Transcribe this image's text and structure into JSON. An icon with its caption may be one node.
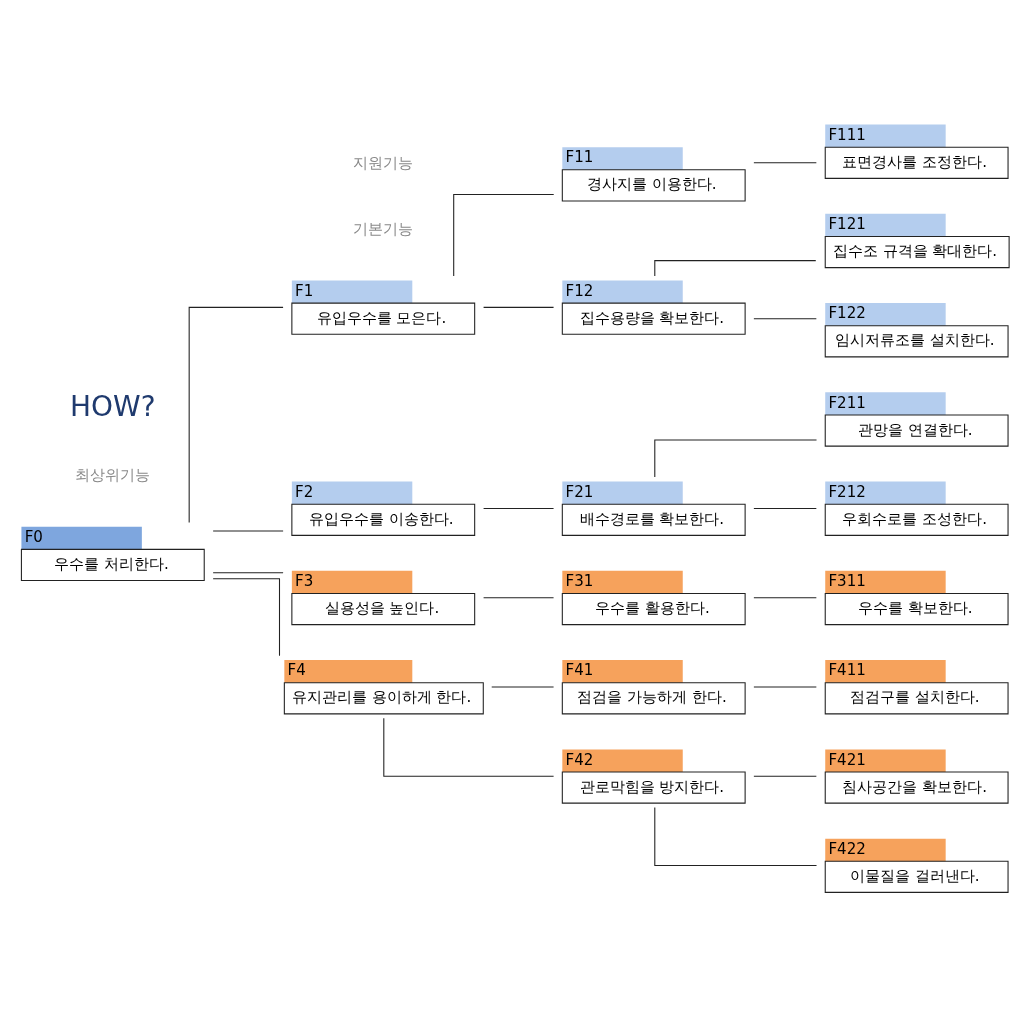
{
  "diagram": {
    "nodes": [
      {
        "text": [
          "F0",
          "우수를 처리한다."
        ]
      },
      {
        "text": [
          "F1",
          "유입우수를 모은다."
        ]
      },
      {
        "text": [
          "F11",
          "경사지를 이용한다."
        ]
      },
      {
        "text": [
          "F111",
          "표면경사를 조정한다."
        ]
      },
      {
        "text": [
          "F12",
          "집수용량을 확보한다."
        ]
      },
      {
        "text": [
          "F121",
          "집수조 규격을 확대한다."
        ]
      },
      {
        "text": [
          "F122",
          "임시저류조를 설치한다."
        ]
      },
      {
        "text": [
          "F2",
          "유입우수를 이송한다."
        ]
      },
      {
        "text": [
          "F21",
          "배수경로를 확보한다."
        ]
      },
      {
        "text": [
          "F211",
          "관망을 연결한다."
        ]
      },
      {
        "text": [
          "F212",
          "우회수로를 조성한다."
        ]
      },
      {
        "text": [
          "F3",
          "실용성을 높인다."
        ]
      },
      {
        "text": [
          "F31",
          "우수를 활용한다."
        ]
      },
      {
        "text": [
          "F311",
          "우수를 확보한다."
        ]
      },
      {
        "text": [
          "F4",
          "유지관리를 용이하게 한다."
        ]
      },
      {
        "text": [
          "F41",
          "점검을 가능하게 한다."
        ]
      },
      {
        "text": [
          "F411",
          "점검구를 설치한다."
        ]
      },
      {
        "text": [
          "F42",
          "관로막힘을 방지한다."
        ]
      },
      {
        "text": [
          "F421",
          "침사공간을 확보한다."
        ]
      },
      {
        "text": [
          "F422",
          "이물질을 걸러낸다."
        ]
      }
    ],
    "edges": [
      {
        "from": 0,
        "to": 1,
        "arrow": "none"
      },
      {
        "from": 0,
        "to": 7,
        "arrow": "none"
      },
      {
        "from": 0,
        "to": 11,
        "arrow": "none"
      },
      {
        "from": 0,
        "to": 14,
        "arrow": "none"
      },
      {
        "from": 1,
        "to": 2,
        "arrow": "none"
      },
      {
        "from": 1,
        "to": 4,
        "arrow": "none"
      },
      {
        "from": 2,
        "to": 3,
        "arrow": "none"
      },
      {
        "from": 4,
        "to": 5,
        "arrow": "none"
      },
      {
        "from": 4,
        "to": 6,
        "arrow": "none"
      },
      {
        "from": 7,
        "to": 8,
        "arrow": "none"
      },
      {
        "from": 8,
        "to": 9,
        "arrow": "none"
      },
      {
        "from": 8,
        "to": 10,
        "arrow": "none"
      },
      {
        "from": 11,
        "to": 12,
        "arrow": "none"
      },
      {
        "from": 12,
        "to": 13,
        "arrow": "none"
      },
      {
        "from": 14,
        "to": 15,
        "arrow": "none"
      },
      {
        "from": 14,
        "to": 17,
        "arrow": "none"
      },
      {
        "from": 15,
        "to": 16,
        "arrow": "none"
      },
      {
        "from": 17,
        "to": 18,
        "arrow": "none"
      },
      {
        "from": 17,
        "to": 19,
        "arrow": "none"
      }
    ],
    "labels": [
      "HOW?",
      "기본기능",
      "최상위기능",
      "지원기능"
    ]
  }
}
